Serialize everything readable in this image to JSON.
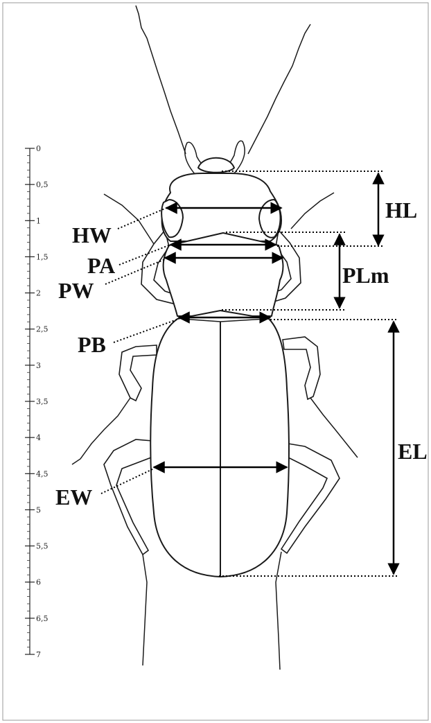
{
  "scale": {
    "ticks": [
      "0",
      "0,5",
      "1",
      "1,5",
      "2",
      "2,5",
      "3",
      "3,5",
      "4",
      "4,5",
      "5",
      "5,5",
      "6",
      "6,5",
      "7"
    ]
  },
  "measurements": {
    "hl": "HL",
    "hw": "HW",
    "pa": "PA",
    "pw": "PW",
    "plm": "PLm",
    "pb": "PB",
    "el": "EL",
    "ew": "EW"
  }
}
